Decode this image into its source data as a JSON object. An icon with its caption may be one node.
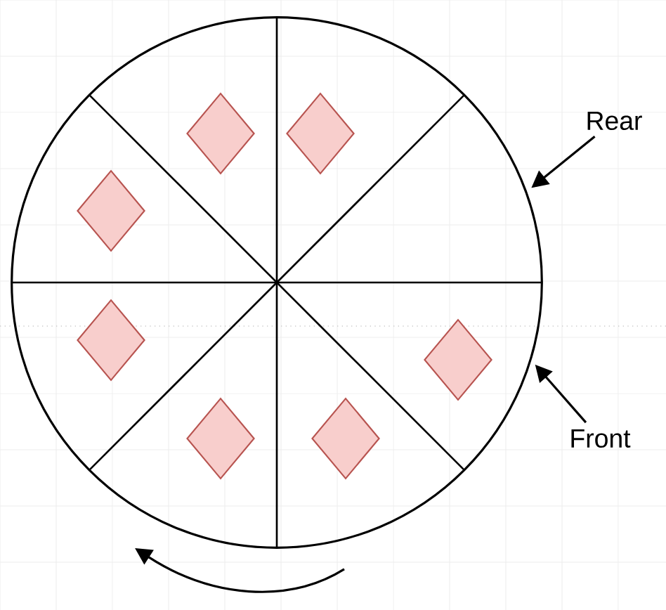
{
  "diagram": {
    "nodes": [
      {
        "text": [
          "Rear"
        ]
      },
      {
        "text": [
          "Front"
        ]
      },
      {
        "text": [],
        "shape": "circle"
      },
      {
        "text": [],
        "shape": "diamond",
        "in": 2
      },
      {
        "text": [],
        "shape": "diamond",
        "in": 2
      },
      {
        "text": [],
        "shape": "diamond",
        "in": 2
      },
      {
        "text": [],
        "shape": "diamond",
        "in": 2
      },
      {
        "text": [],
        "shape": "diamond",
        "in": 2
      },
      {
        "text": [],
        "shape": "diamond",
        "in": 2
      },
      {
        "text": [],
        "shape": "diamond",
        "in": 2
      }
    ],
    "edges": [
      {
        "from": 0,
        "to": 2,
        "arrow": "to"
      },
      {
        "from": 1,
        "to": 2,
        "arrow": "to"
      }
    ]
  }
}
